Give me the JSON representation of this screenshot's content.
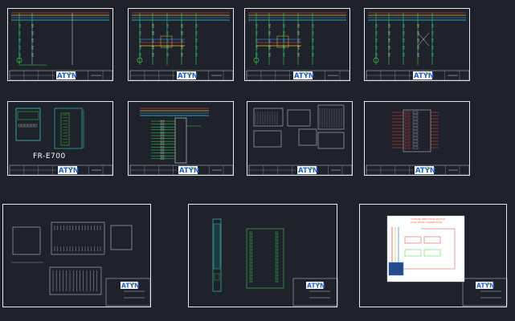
{
  "logo": {
    "text": "ATYN",
    "colors": {
      "main": "#1f5fc8",
      "leaf_green": "#4dbb3a",
      "accent_orange": "#f08a1a"
    }
  },
  "sheets": [
    {
      "id": "s1",
      "kind": "power-circuit"
    },
    {
      "id": "s2",
      "kind": "power-circuit"
    },
    {
      "id": "s3",
      "kind": "power-circuit"
    },
    {
      "id": "s4",
      "kind": "power-circuit"
    },
    {
      "id": "s5",
      "kind": "inverter-drawing",
      "label": "FR-E700"
    },
    {
      "id": "s6",
      "kind": "wiring-diagram"
    },
    {
      "id": "s7",
      "kind": "module-drawings"
    },
    {
      "id": "s8",
      "kind": "terminal-strip"
    },
    {
      "id": "s9",
      "kind": "plc-outline"
    },
    {
      "id": "s10",
      "kind": "cabinet-layout"
    },
    {
      "id": "s11",
      "kind": "motor-connection",
      "caption_line1": "3 PHASE INDUCTION MOTOR",
      "caption_line2": "STAR-DELTA CONNECTION"
    }
  ],
  "colors": {
    "background": "#1e222b",
    "border": "#e8e8e8",
    "phase_l1": "#d63a3a",
    "phase_l2": "#e6c230",
    "phase_l3": "#2f7fe0",
    "neutral": "#40d0c8",
    "wire_green": "#38d048",
    "wire_white": "#dcdcdc"
  }
}
